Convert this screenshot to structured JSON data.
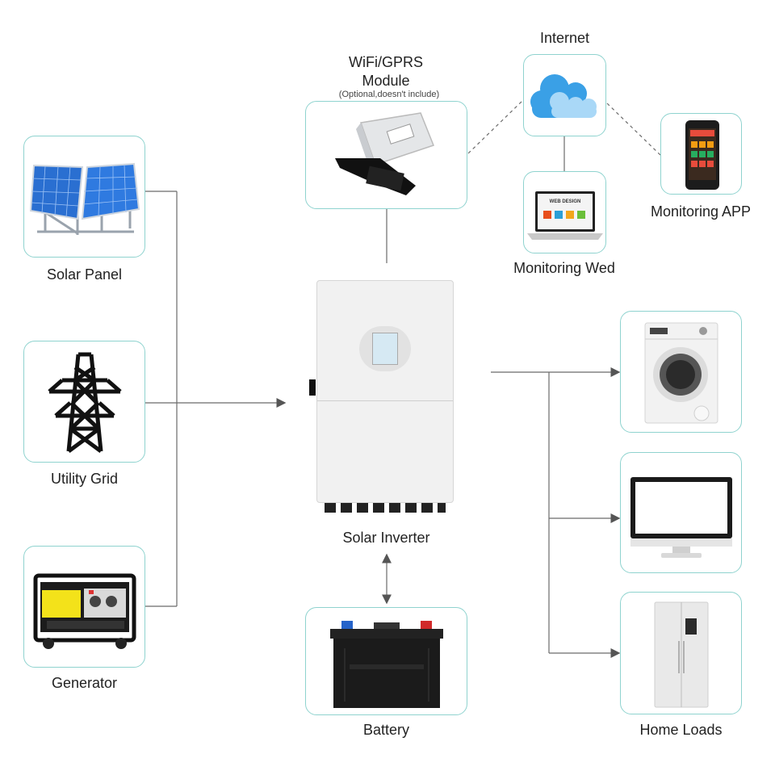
{
  "internet": {
    "label": "Internet"
  },
  "wifi_module": {
    "title_line1": "WiFi/GPRS",
    "title_line2": "Module",
    "note": "(Optional,doesn't include)"
  },
  "monitoring_app": {
    "label": "Monitoring APP"
  },
  "monitoring_web": {
    "label": "Monitoring Wed",
    "screen_text": "WEB DESIGN"
  },
  "solar_panel": {
    "label": "Solar Panel"
  },
  "utility_grid": {
    "label": "Utility Grid"
  },
  "generator": {
    "label": "Generator"
  },
  "inverter": {
    "label": "Solar Inverter"
  },
  "battery": {
    "label": "Battery"
  },
  "home_loads": {
    "label": "Home Loads"
  },
  "colors": {
    "card_border": "#8fd3cf",
    "line": "#6b6b6b",
    "panel_blue": "#2a6fd1",
    "generator_yellow": "#f3e21a"
  }
}
